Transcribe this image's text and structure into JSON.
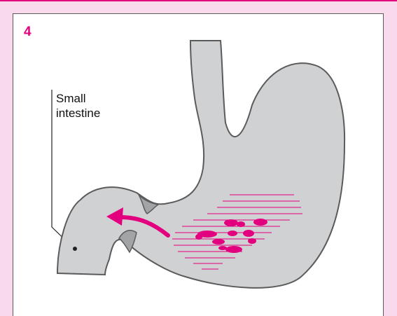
{
  "step_number": "4",
  "label": {
    "line1": "Small",
    "line2": "intestine"
  },
  "colors": {
    "accent": "#e3007e",
    "organ_fill": "#d0d1d3",
    "organ_stroke": "#5b5b5b",
    "background": "#f9d9ec"
  }
}
